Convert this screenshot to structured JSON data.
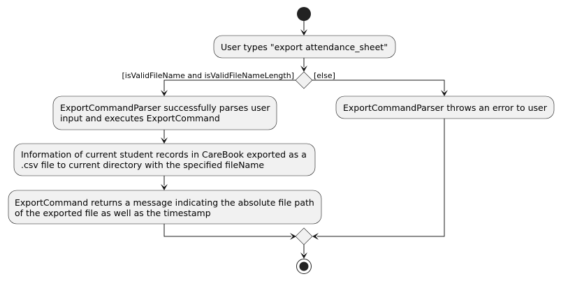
{
  "diagram": {
    "type": "activity",
    "start": "start",
    "stop": "stop",
    "activities": {
      "user_types": "User types \"export attendance_sheet\"",
      "parser_success": [
        "ExportCommandParser successfully parses user",
        "input and executes ExportCommand"
      ],
      "records_exported": [
        "Information of current student records in CareBook exported as a",
        ".csv file to current directory with the specified fileName"
      ],
      "returns_message": [
        "ExportCommand returns a message indicating the absolute file path",
        "of the exported file as well as the timestamp"
      ],
      "parser_error": "ExportCommandParser throws an error to user"
    },
    "guards": {
      "valid": "[isValidFileName and isValidFileNameLength]",
      "else": "[else]"
    }
  },
  "colors": {
    "node_fill": "#f1f1f1",
    "stroke": "#181818",
    "start_fill": "#222222"
  }
}
